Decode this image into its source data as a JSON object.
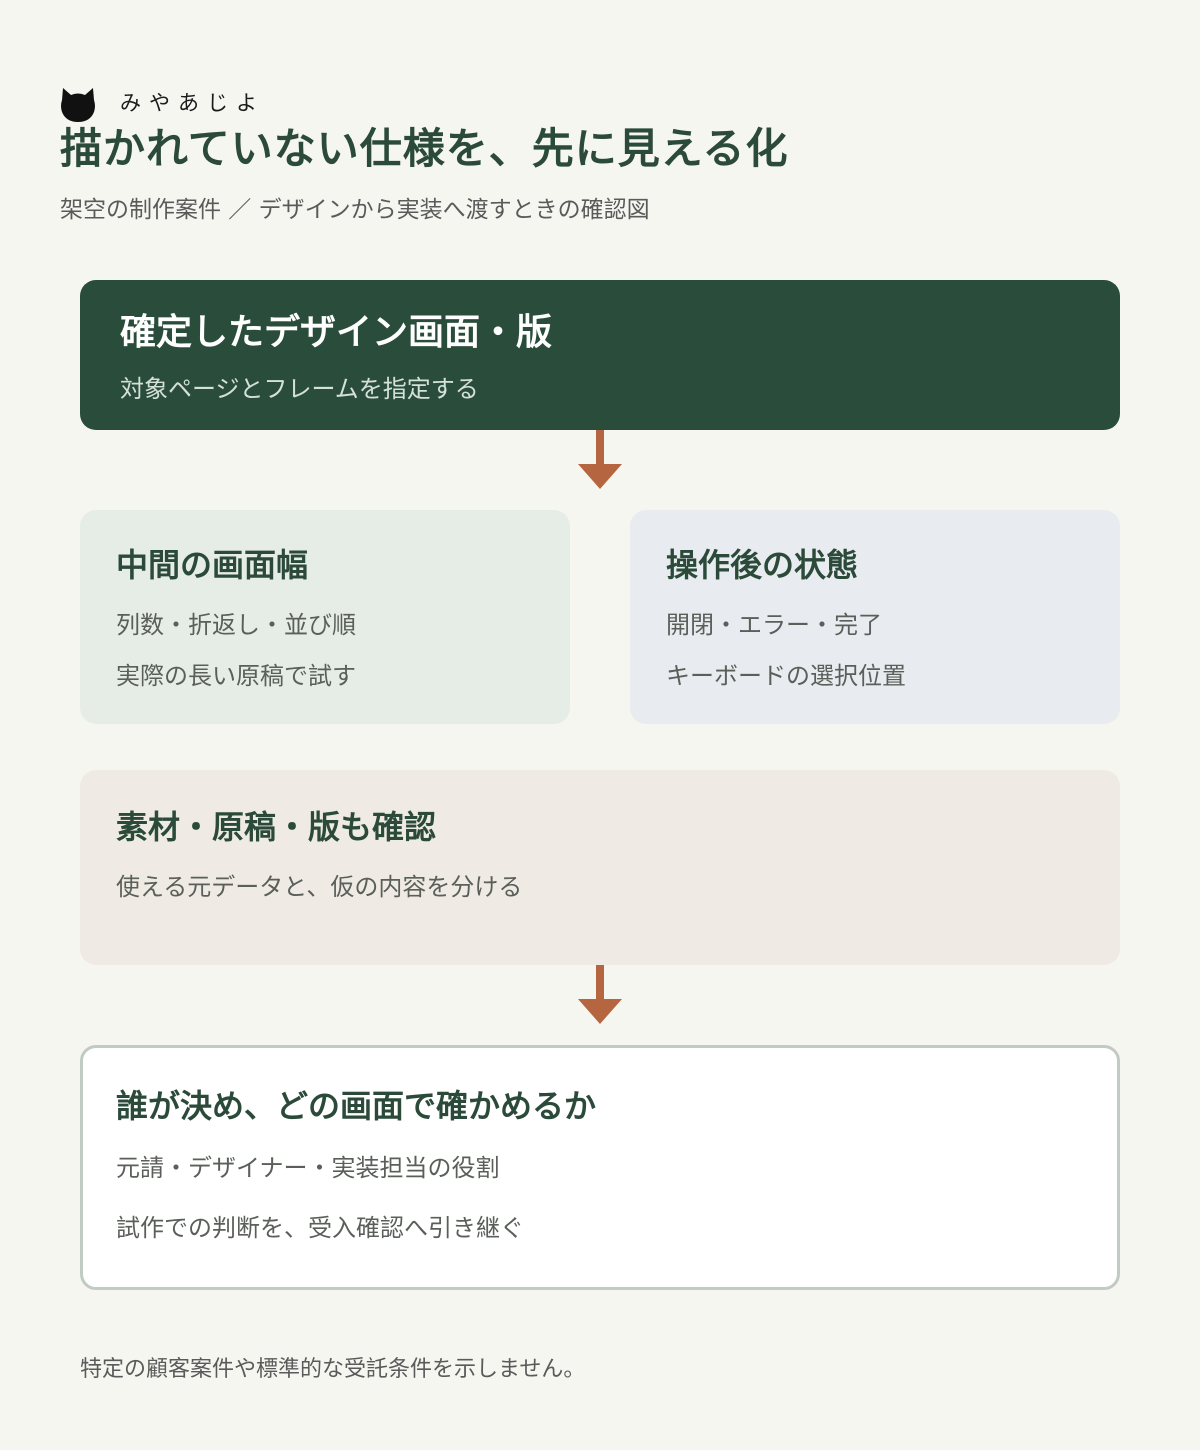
{
  "brand": {
    "name": "みやあじよ",
    "icon": "cat-head-icon"
  },
  "header": {
    "title": "描かれていない仕様を、先に見える化",
    "subtitle": "架空の制作案件 ／ デザインから実装へ渡すときの確認図"
  },
  "flow": {
    "top": {
      "title": "確定したデザイン画面・版",
      "line": "対象ページとフレームを指定する"
    },
    "left": {
      "title": "中間の画面幅",
      "line1": "列数・折返し・並び順",
      "line2": "実際の長い原稿で試す"
    },
    "right": {
      "title": "操作後の状態",
      "line1": "開閉・エラー・完了",
      "line2": "キーボードの選択位置"
    },
    "middle": {
      "title": "素材・原稿・版も確認",
      "line": "使える元データと、仮の内容を分ける"
    },
    "bottom": {
      "title": "誰が決め、どの画面で確かめるか",
      "line1": "元請・デザイナー・実装担当の役割",
      "line2": "試作での判断を、受入確認へ引き継ぐ"
    }
  },
  "footnote": "特定の顧客案件や標準的な受託条件を示しません。",
  "colors": {
    "background": "#f6f6f1",
    "dark_green": "#2a4d3b",
    "arrow": "#b5653f",
    "left_card": "#e6ede7",
    "right_card": "#e8ebef",
    "middle_card": "#efebe4"
  }
}
